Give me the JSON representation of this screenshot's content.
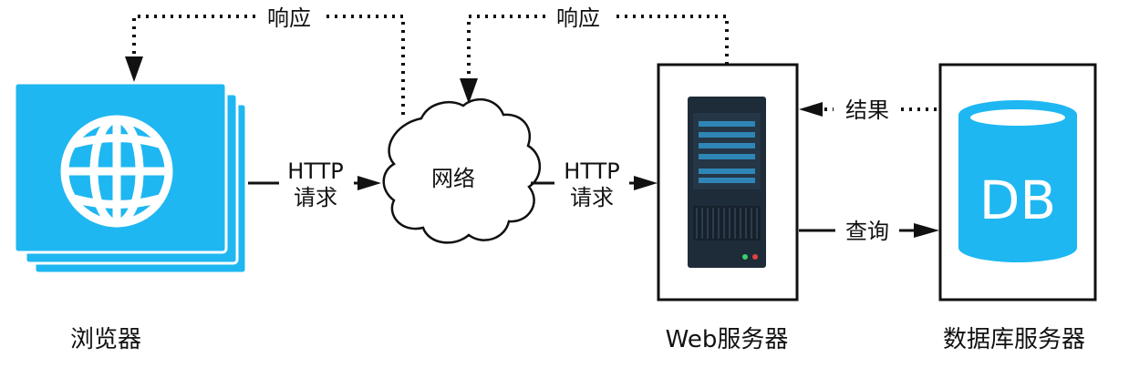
{
  "labels": {
    "response_left": "响应",
    "response_right": "响应",
    "http_left": "HTTP",
    "request_left": "请求",
    "http_right": "HTTP",
    "request_right": "请求",
    "network": "网络",
    "result": "结果",
    "query": "查询",
    "db": "DB"
  },
  "nodes": {
    "browser": "浏览器",
    "web_server": "Web服务器",
    "db_server": "数据库服务器"
  },
  "colors": {
    "accent": "#1eb7f1",
    "line": "#111111",
    "server_dark": "#1e2b38",
    "server_slot": "#2f86b6",
    "led_green": "#3bd06b",
    "led_red": "#e0443d"
  },
  "icons": {
    "browser": "globe-icon",
    "web_server": "server-rack-icon",
    "database": "database-cylinder-icon",
    "network": "cloud-icon"
  }
}
